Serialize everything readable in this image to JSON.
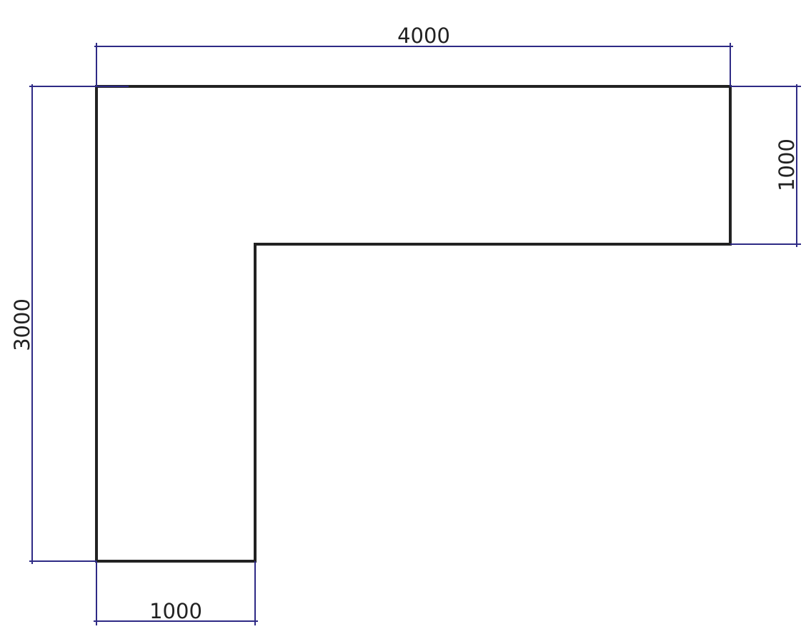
{
  "drawing": {
    "shape": "L-shaped outline",
    "colors": {
      "outline": "#222222",
      "dimension": "#2e2a85"
    },
    "dimensions": {
      "top_width": "4000",
      "left_height": "3000",
      "right_height": "1000",
      "bottom_width": "1000"
    }
  }
}
